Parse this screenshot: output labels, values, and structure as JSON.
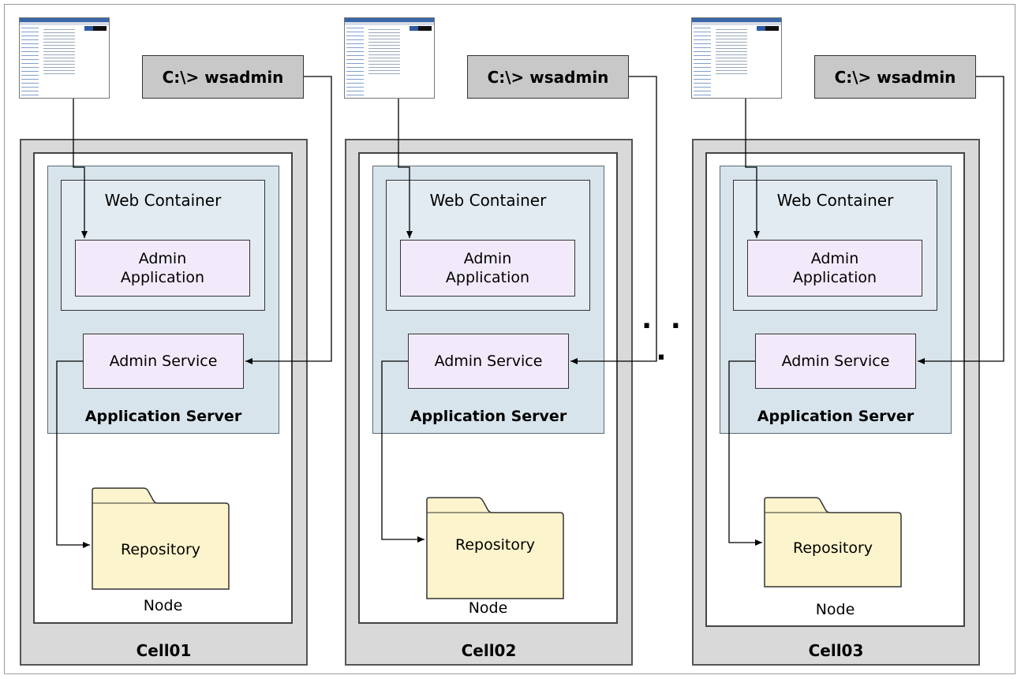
{
  "cells": [
    {
      "name": "Cell01",
      "node_label": "Node",
      "app_server_label": "Application Server",
      "web_container_label": "Web Container",
      "admin_application_label": "Admin\nApplication",
      "admin_service_label": "Admin Service",
      "repository_label": "Repository",
      "wsadmin_label": "C:\\> wsadmin"
    },
    {
      "name": "Cell02",
      "node_label": "Node",
      "app_server_label": "Application Server",
      "web_container_label": "Web Container",
      "admin_application_label": "Admin\nApplication",
      "admin_service_label": "Admin Service",
      "repository_label": "Repository",
      "wsadmin_label": "C:\\> wsadmin"
    },
    {
      "name": "Cell03",
      "node_label": "Node",
      "app_server_label": "Application Server",
      "web_container_label": "Web Container",
      "admin_application_label": "Admin\nApplication",
      "admin_service_label": "Admin Service",
      "repository_label": "Repository",
      "wsadmin_label": "C:\\> wsadmin"
    }
  ],
  "ellipsis": ". . .",
  "colors": {
    "cell_fill": "#d9d9d9",
    "app_server_fill": "#d8e4ec",
    "admin_box_fill": "#f2eafa",
    "wsadmin_fill": "#c8c8c8",
    "repository_fill": "#fcf4cc"
  },
  "icons": {
    "browser_thumbnail": "admin-console-screenshot-icon",
    "repository": "folder-icon"
  }
}
